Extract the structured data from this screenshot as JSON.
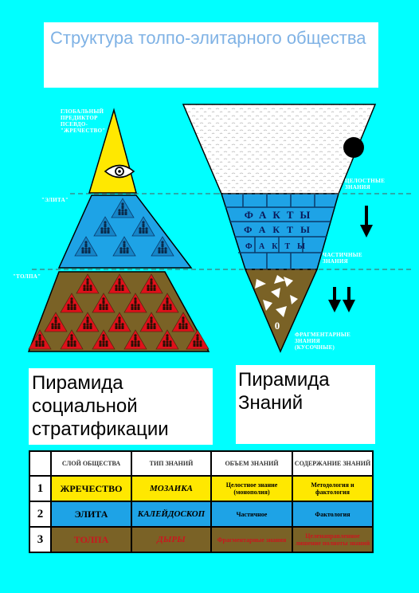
{
  "title": "Структура толпо-элитарного общества",
  "social_pyramid": {
    "label_top": "Глобальный предиктор Псевдо-\"жречество\"",
    "label_elite": "\"Элита\"",
    "label_crowd": "\"Толпа\"",
    "caption": "Пирамида социальной стратификации"
  },
  "knowledge_pyramid": {
    "facts_word_1": "ФАКТЫ",
    "facts_word_2": "ФАКТЫ",
    "facts_word_3": "ФАКТЫ",
    "fragment_symbol": "0",
    "label_whole": "Целостные знания",
    "label_partial": "Частичные знания",
    "label_fragment": "Фрагментарные знания (кусочные)",
    "caption": "Пирамида Знаний"
  },
  "table": {
    "headers": [
      "СЛОЙ ОБЩЕСТВА",
      "ТИП ЗНАНИЙ",
      "ОБЪЕМ ЗНАНИЙ",
      "СОДЕРЖАНИЕ ЗНАНИЙ"
    ],
    "rows": [
      {
        "num": "1",
        "layer": "ЖРЕЧЕСТВО",
        "type": "МОЗАИКА",
        "volume": "Целостное знание (монополия)",
        "content": "Методология и фактология"
      },
      {
        "num": "2",
        "layer": "ЭЛИТА",
        "type": "КАЛЕЙДОСКОП",
        "volume": "Частичное",
        "content": "Фактология"
      },
      {
        "num": "3",
        "layer": "ТОЛПА",
        "type": "ДЫРЫ",
        "volume": "Фрагментарные знания",
        "content": "Целенаправленное лишение полноты знаний"
      }
    ]
  },
  "colors": {
    "background": "#00ffff",
    "priesthood_yellow": "#ffe800",
    "elite_blue": "#1ea3e6",
    "crowd_brown": "#7a6226",
    "figures_red": "#e0101a"
  }
}
